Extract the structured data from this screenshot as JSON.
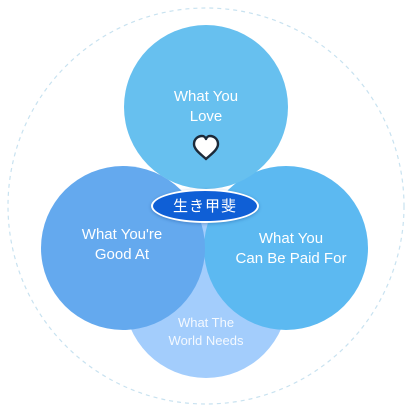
{
  "diagram": {
    "circles": {
      "love": {
        "label": "What You\nLove",
        "icon": "heart-outline-icon"
      },
      "good_at": {
        "label": "What You're\nGood At"
      },
      "paid_for": {
        "label": "What You\nCan Be Paid For"
      },
      "world_needs": {
        "label": "What The\nWorld Needs"
      }
    },
    "center": {
      "label": "生き甲斐"
    },
    "colors": {
      "love": "#67c0ef",
      "good_at": "#64a9ee",
      "paid_for": "#5cb9f1",
      "world_needs": "#a3cdfc",
      "center": "#0f5fd6",
      "outer_ring": "#c8e2f0"
    }
  }
}
